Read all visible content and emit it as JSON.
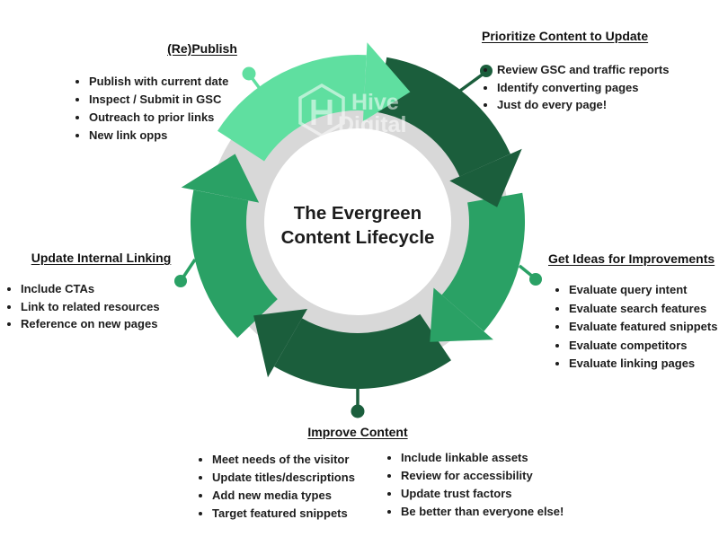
{
  "diagram": {
    "title": "The Evergreen Content Lifecycle",
    "watermark": {
      "logo": "hive-hexagon-logo",
      "line1": "Hive",
      "line2": "Digital"
    },
    "colors": {
      "mint": "#5FDFA0",
      "dark_green": "#1B5E3C",
      "medium_green": "#2AA165",
      "ring_gray": "#D8D8D8",
      "center_white": "#FFFFFF",
      "text": "#1D1D1D"
    }
  },
  "sections": {
    "republish": {
      "heading": "(Re)Publish",
      "items": [
        "Publish with current date",
        "Inspect / Submit in GSC",
        "Outreach to prior links",
        "New link opps"
      ]
    },
    "prioritize": {
      "heading": "Prioritize Content to Update",
      "items": [
        "Review GSC and traffic reports",
        "Identify converting pages",
        "Just do every page!"
      ]
    },
    "get_ideas": {
      "heading": "Get Ideas for Improvements",
      "items": [
        "Evaluate query intent",
        "Evaluate search features",
        "Evaluate featured snippets",
        "Evaluate competitors",
        "Evaluate linking pages"
      ]
    },
    "update_linking": {
      "heading": "Update Internal Linking",
      "items": [
        "Include CTAs",
        "Link to related resources",
        "Reference on new pages"
      ]
    },
    "improve": {
      "heading": "Improve Content",
      "items_left": [
        "Meet needs of the visitor",
        "Update titles/descriptions",
        "Add new media types",
        "Target featured snippets"
      ],
      "items_right": [
        "Include linkable assets",
        "Review for accessibility",
        "Update trust factors",
        "Be better than everyone else!"
      ]
    }
  }
}
